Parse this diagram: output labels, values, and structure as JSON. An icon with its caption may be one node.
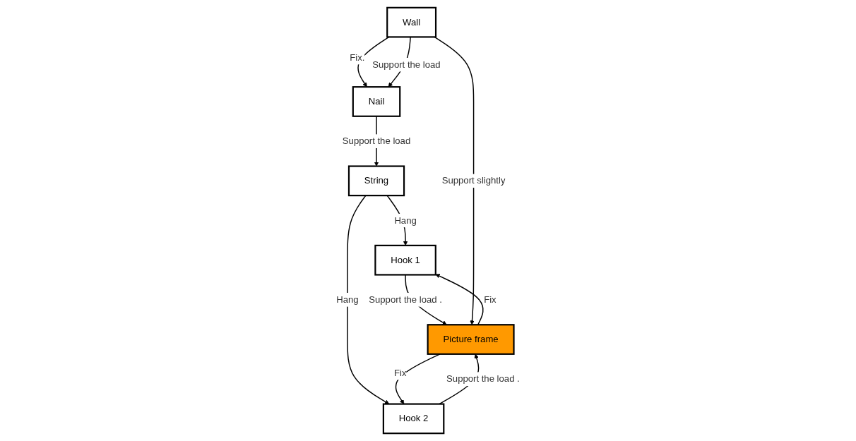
{
  "diagram": {
    "nodes": [
      {
        "text": [
          "Wall"
        ]
      },
      {
        "text": [
          "Nail"
        ]
      },
      {
        "text": [
          "String"
        ]
      },
      {
        "text": [
          "Hook 1"
        ]
      },
      {
        "text": [
          "Hook 2"
        ]
      },
      {
        "text": [
          "Picture frame"
        ]
      }
    ],
    "edges": [
      {
        "from": 0,
        "to": 1,
        "arrow": "to",
        "label": "Fix."
      },
      {
        "from": 0,
        "to": 1,
        "arrow": "to",
        "label": "Support the load"
      },
      {
        "from": 1,
        "to": 2,
        "arrow": "to",
        "label": "Support the load"
      },
      {
        "from": 2,
        "to": 3,
        "arrow": "to",
        "label": "Hang"
      },
      {
        "from": 2,
        "to": 4,
        "arrow": "to",
        "label": "Hang"
      },
      {
        "from": 3,
        "to": 5,
        "arrow": "to",
        "label": "Support the load ."
      },
      {
        "from": 5,
        "to": 3,
        "arrow": "to",
        "label": "Fix"
      },
      {
        "from": 5,
        "to": 4,
        "arrow": "to",
        "label": "Fix"
      },
      {
        "from": 4,
        "to": 5,
        "arrow": "to",
        "label": "Support the load ."
      },
      {
        "from": 0,
        "to": 5,
        "arrow": "to",
        "label": "Support slightly"
      }
    ]
  }
}
